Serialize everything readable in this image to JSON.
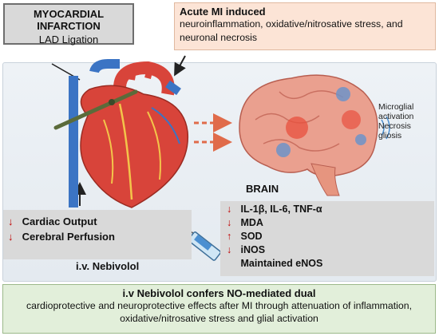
{
  "mi_box": {
    "title": "MYOCARDIAL INFARCTION",
    "subtitle": "LAD Ligation"
  },
  "acute_box": {
    "title": "Acute MI induced",
    "body": "neuroinflammation, oxidative/nitrosative stress, and neuronal necrosis"
  },
  "brain_annotations": {
    "lines": [
      "Microglial",
      "activation",
      "Necrosis",
      "gliosis"
    ]
  },
  "cardiac_effects": {
    "items": [
      {
        "arrow": "↓",
        "label": "Cardiac Output"
      },
      {
        "arrow": "↓",
        "label": "Cerebral Perfusion"
      }
    ]
  },
  "brain_effects": {
    "heading": "BRAIN",
    "items": [
      {
        "arrow": "↓",
        "label": "IL-1β, IL-6, TNF-α"
      },
      {
        "arrow": "↓",
        "label": "MDA"
      },
      {
        "arrow": "↑",
        "label": "SOD"
      },
      {
        "arrow": "↓",
        "label": "iNOS"
      },
      {
        "arrow": "",
        "label": "Maintained eNOS"
      }
    ]
  },
  "treatment": {
    "label": "i.v. Nebivolol"
  },
  "conclusion": {
    "title": "i.v Nebivolol confers NO-mediated dual",
    "body": "cardioprotective and neuroprotective effects after MI through attenuation of inflammation, oxidative/nitrosative stress and glial activation"
  },
  "colors": {
    "heart": "#d8443a",
    "vessel_blue": "#3b74c4",
    "brain": "#eaa08f",
    "dashed_arrow": "#e06b4a",
    "down_arrow": "#c00000",
    "conclusion_bg": "#e2efda",
    "acute_bg": "#fce4d6"
  },
  "icons": [
    "heart-illustration",
    "brain-illustration",
    "syringe-icon",
    "dashed-arrow-icon",
    "pointer-arrow-icon"
  ]
}
